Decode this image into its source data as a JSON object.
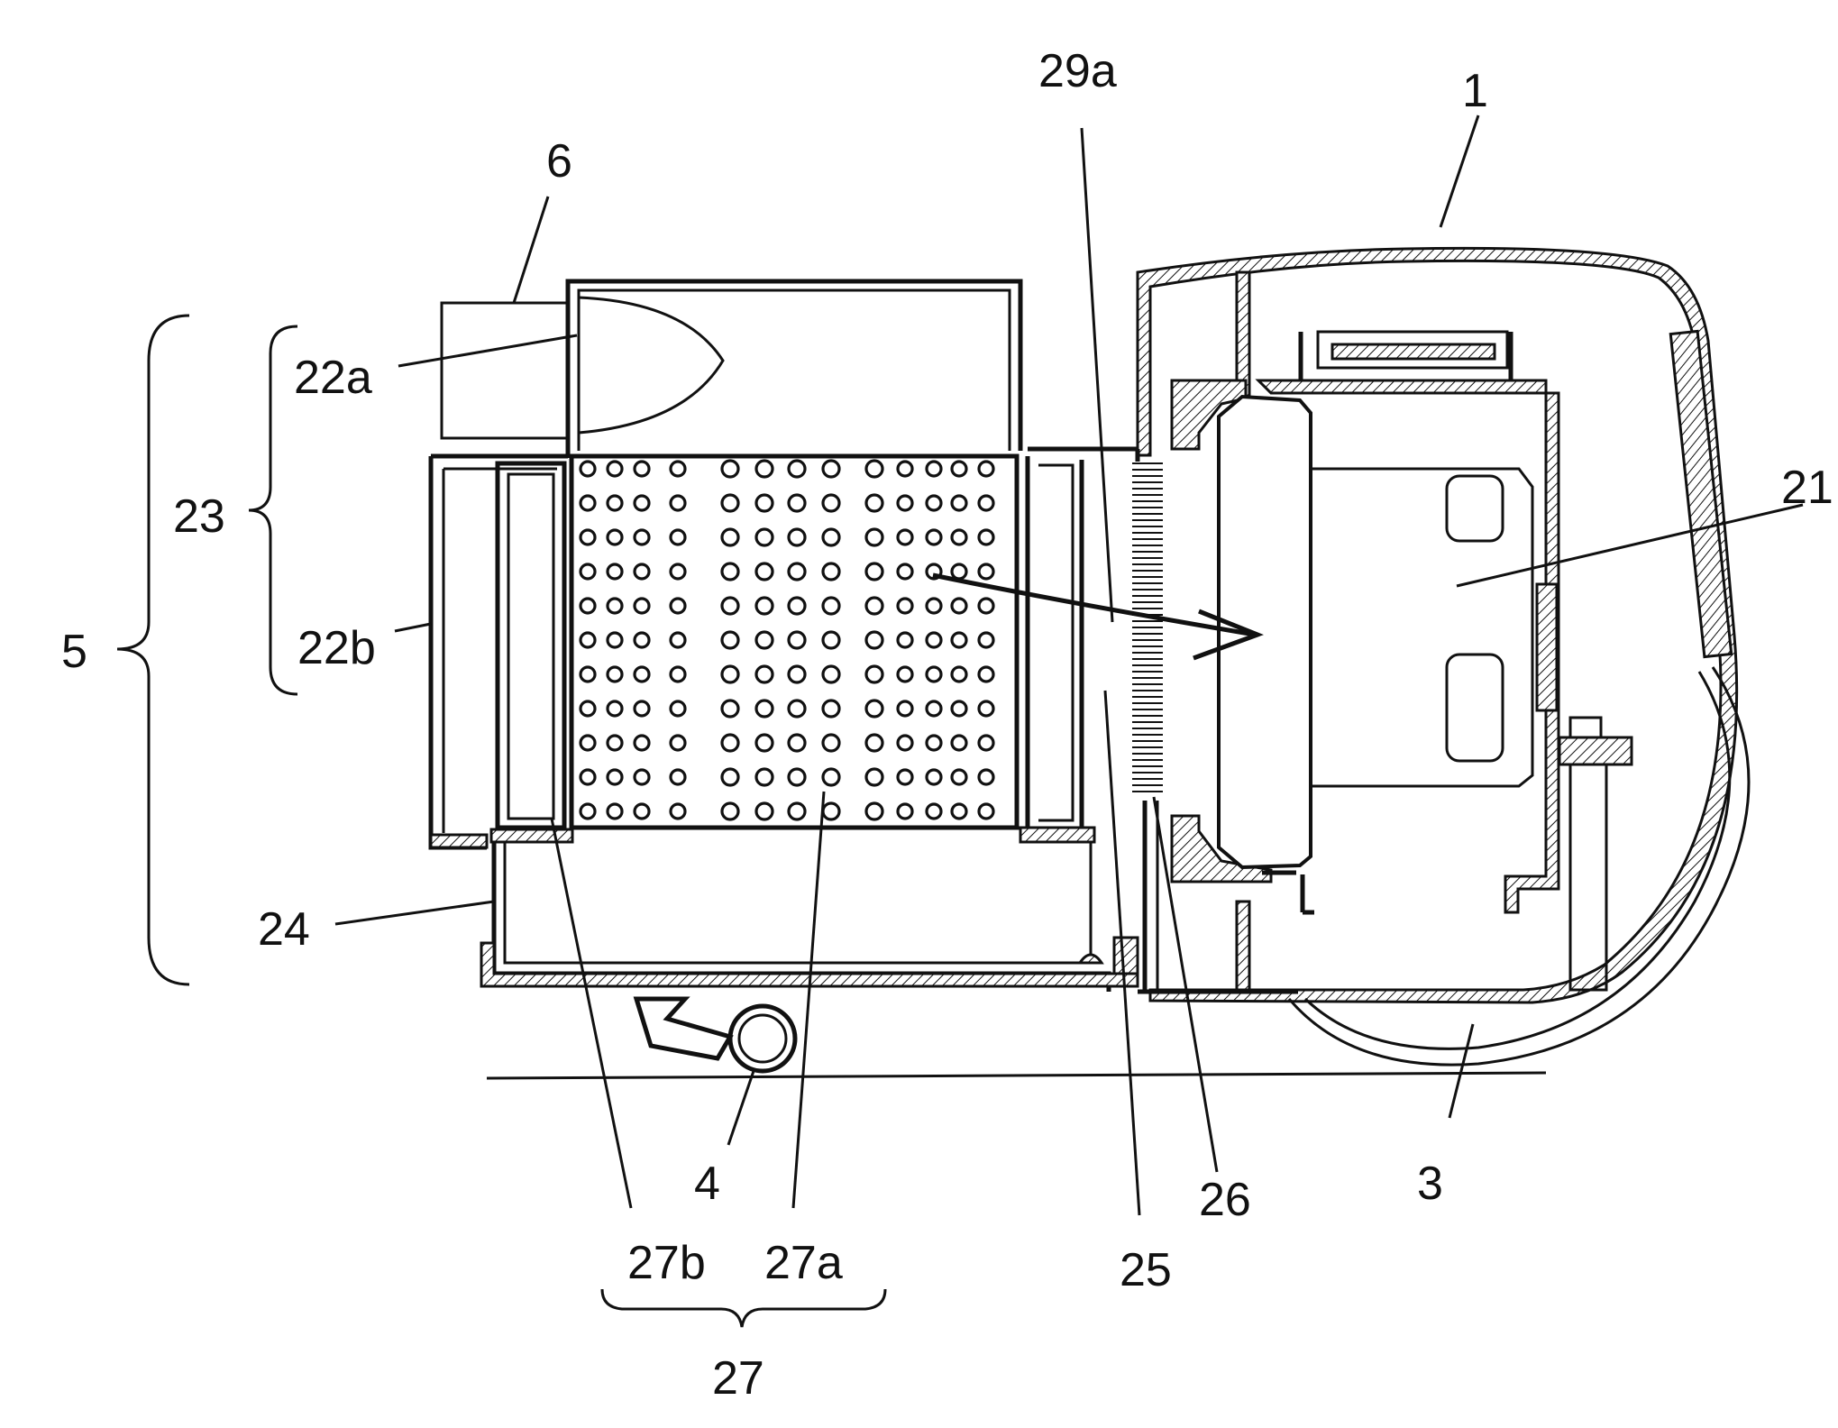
{
  "labels": {
    "l1": "1",
    "l3": "3",
    "l4": "4",
    "l5": "5",
    "l6": "6",
    "l21": "21",
    "l22a": "22a",
    "l22b": "22b",
    "l23": "23",
    "l24": "24",
    "l25": "25",
    "l26": "26",
    "l27": "27",
    "l27a": "27a",
    "l27b": "27b",
    "l29a": "29a"
  }
}
